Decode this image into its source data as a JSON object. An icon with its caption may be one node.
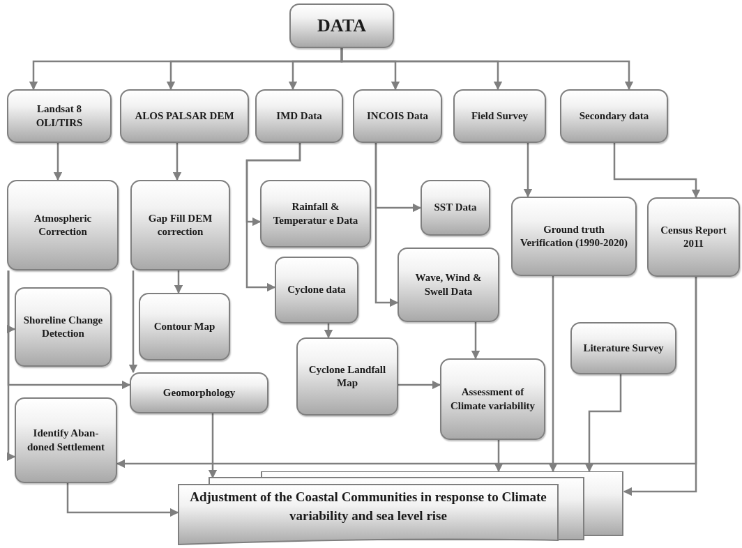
{
  "diagram": {
    "nodes": [
      {
        "text": [
          "DATA"
        ]
      },
      {
        "text": [
          "Landsat 8 OLI/TIRS"
        ]
      },
      {
        "text": [
          "ALOS PALSAR DEM"
        ]
      },
      {
        "text": [
          "IMD Data"
        ]
      },
      {
        "text": [
          "INCOIS Data"
        ]
      },
      {
        "text": [
          "Field Survey"
        ]
      },
      {
        "text": [
          "Secondary data"
        ]
      },
      {
        "text": [
          "Atmospheric Correction"
        ]
      },
      {
        "text": [
          "Gap Fill DEM correction"
        ]
      },
      {
        "text": [
          "Rainfall & Temperatur e Data"
        ]
      },
      {
        "text": [
          "SST Data"
        ]
      },
      {
        "text": [
          "Ground truth Verification (1990-2020)"
        ]
      },
      {
        "text": [
          "Census Report 2011"
        ]
      },
      {
        "text": [
          "Cyclone data"
        ]
      },
      {
        "text": [
          "Wave, Wind & Swell Data"
        ]
      },
      {
        "text": [
          "Shoreline Change Detection"
        ]
      },
      {
        "text": [
          "Contour Map"
        ]
      },
      {
        "text": [
          "Geomorphology"
        ]
      },
      {
        "text": [
          "Literature Survey"
        ]
      },
      {
        "text": [
          "Cyclone Landfall Map"
        ]
      },
      {
        "text": [
          "Assessment of Climate variability"
        ]
      },
      {
        "text": [
          "Identify Aban- doned Settlement"
        ]
      },
      {
        "text": [
          "Adjustment of the Coastal Communities in response to Climate variability and sea level rise"
        ]
      }
    ],
    "edges": [
      {
        "from": 0,
        "to": 1,
        "arrow": "to"
      },
      {
        "from": 0,
        "to": 2,
        "arrow": "to"
      },
      {
        "from": 0,
        "to": 3,
        "arrow": "to"
      },
      {
        "from": 0,
        "to": 4,
        "arrow": "to"
      },
      {
        "from": 0,
        "to": 5,
        "arrow": "to"
      },
      {
        "from": 0,
        "to": 6,
        "arrow": "to"
      },
      {
        "from": 1,
        "to": 7,
        "arrow": "to"
      },
      {
        "from": 2,
        "to": 8,
        "arrow": "to"
      },
      {
        "from": 3,
        "to": 9,
        "arrow": "to"
      },
      {
        "from": 3,
        "to": 13,
        "arrow": "to"
      },
      {
        "from": 4,
        "to": 10,
        "arrow": "to"
      },
      {
        "from": 4,
        "to": 14,
        "arrow": "to"
      },
      {
        "from": 5,
        "to": 11,
        "arrow": "to"
      },
      {
        "from": 6,
        "to": 12,
        "arrow": "to"
      },
      {
        "from": 7,
        "to": 15,
        "arrow": "to"
      },
      {
        "from": 7,
        "to": 17,
        "arrow": "to"
      },
      {
        "from": 7,
        "to": 21,
        "arrow": "to"
      },
      {
        "from": 8,
        "to": 17,
        "arrow": "to"
      },
      {
        "from": 8,
        "to": 16,
        "arrow": "to"
      },
      {
        "from": 13,
        "to": 19,
        "arrow": "to"
      },
      {
        "from": 14,
        "to": 20,
        "arrow": "to"
      },
      {
        "from": 19,
        "to": 20,
        "arrow": "to"
      },
      {
        "from": 17,
        "to": 22,
        "arrow": "to"
      },
      {
        "from": 20,
        "to": 22,
        "arrow": "to"
      },
      {
        "from": 11,
        "to": 22,
        "arrow": "to"
      },
      {
        "from": 18,
        "to": 22,
        "arrow": "to"
      },
      {
        "from": 12,
        "to": 22,
        "arrow": "to"
      },
      {
        "from": 12,
        "to": 21,
        "arrow": "to"
      },
      {
        "from": 21,
        "to": 22,
        "arrow": "to"
      }
    ]
  }
}
